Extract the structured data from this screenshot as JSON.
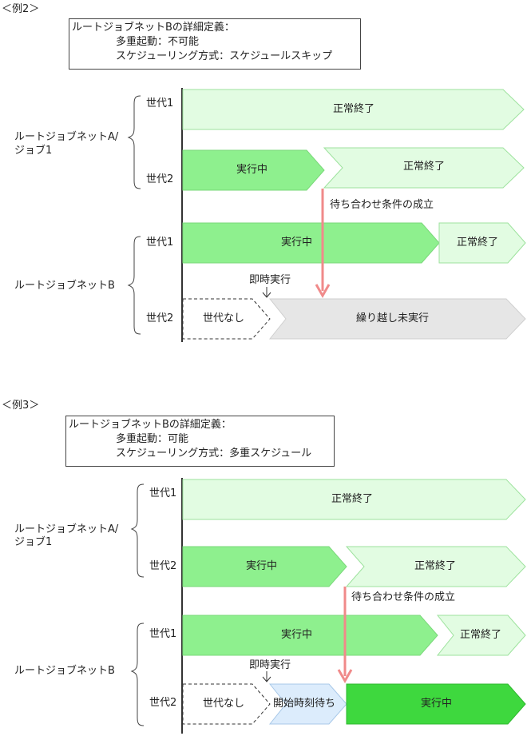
{
  "example2": {
    "heading": "＜例2＞",
    "definition": {
      "title": "ルートジョブネットBの詳細定義：",
      "multiple_start": "多重起動：不可能",
      "scheduling": "スケジューリング方式：スケジュールスキップ"
    },
    "group_a_label": [
      "ルートジョブネットA/",
      "ジョブ1"
    ],
    "group_b_label": "ルートジョブネットB",
    "gen1": "世代1",
    "gen2": "世代2",
    "a_gen1_bar": "正常終了",
    "a_gen2_running": "実行中",
    "a_gen2_done": "正常終了",
    "condition": "待ち合わせ条件の成立",
    "b_gen1_running": "実行中",
    "b_gen1_done": "正常終了",
    "immediate": "即時実行",
    "b_gen2_none": "世代なし",
    "b_gen2_skip": "繰り越し未実行"
  },
  "example3": {
    "heading": "＜例3＞",
    "definition": {
      "title": "ルートジョブネットBの詳細定義：",
      "multiple_start": "多重起動：可能",
      "scheduling": "スケジューリング方式：多重スケジュール"
    },
    "group_a_label": [
      "ルートジョブネットA/",
      "ジョブ1"
    ],
    "group_b_label": "ルートジョブネットB",
    "gen1": "世代1",
    "gen2": "世代2",
    "a_gen1_bar": "正常終了",
    "a_gen2_running": "実行中",
    "a_gen2_done": "正常終了",
    "condition": "待ち合わせ条件の成立",
    "b_gen1_running": "実行中",
    "b_gen1_done": "正常終了",
    "immediate": "即時実行",
    "b_gen2_none": "世代なし",
    "b_gen2_waiting": "開始時刻待ち",
    "b_gen2_running": "実行中"
  },
  "colors": {
    "running_fill": "#8ef08e",
    "done_fill": "#e2fce2",
    "done_stroke": "#9de29d",
    "skip_fill": "#e6e6e6",
    "waiting_fill": "#dcecfc",
    "arrow": "#f08a8a"
  }
}
